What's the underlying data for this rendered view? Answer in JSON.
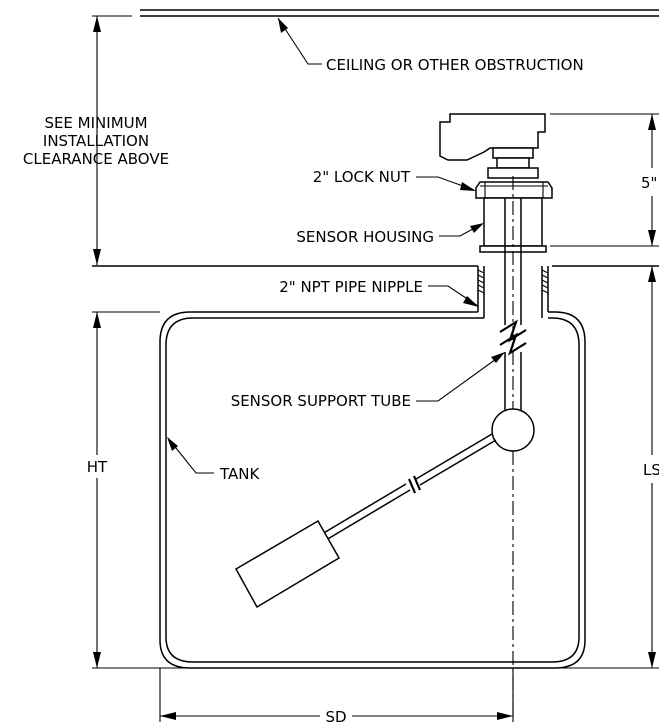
{
  "diagram": {
    "labels": {
      "ceiling": "CEILING OR OTHER OBSTRUCTION",
      "see_min_line1": "SEE MINIMUM",
      "see_min_line2": "INSTALLATION",
      "see_min_line3": "CLEARANCE ABOVE",
      "lock_nut": "2\" LOCK NUT",
      "sensor_housing": "SENSOR HOUSING",
      "pipe_nipple": "2\" NPT PIPE NIPPLE",
      "support_tube": "SENSOR SUPPORT TUBE",
      "tank": "TANK",
      "ht": "HT",
      "ls": "LS",
      "sd": "SD",
      "five_inch": "5\""
    }
  }
}
